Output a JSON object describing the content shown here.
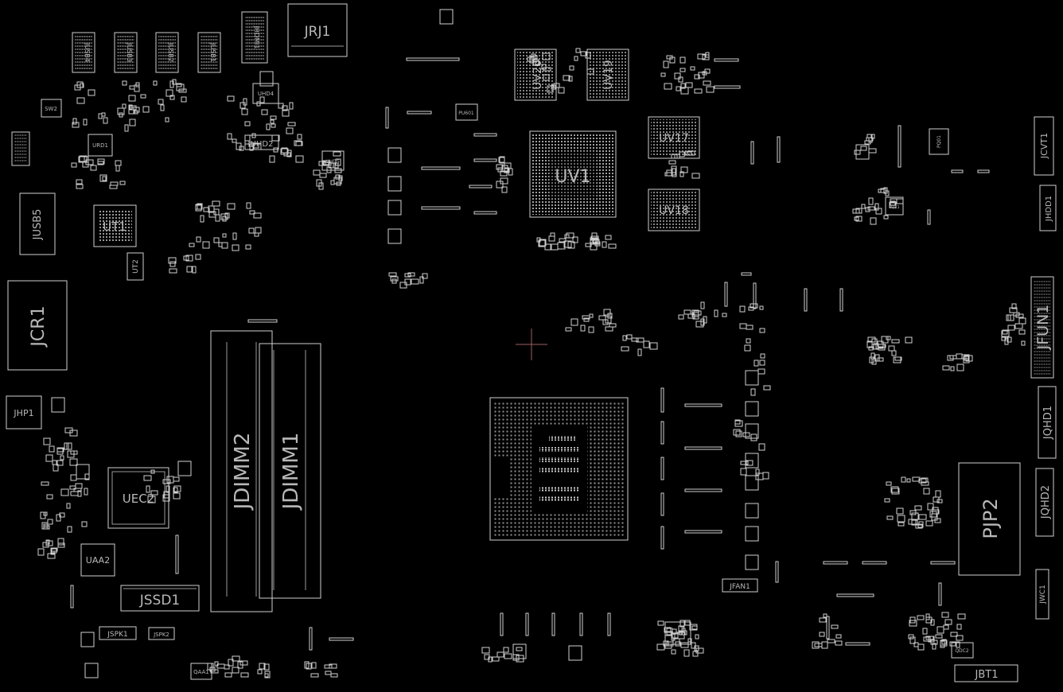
{
  "board": {
    "background": "#000000",
    "outline_color": "#cfcfcf",
    "text_color": "#b8b8b8",
    "labels": {
      "jrj1": "JRJ1",
      "jusb4": "JUSB4",
      "jusb3": "JUSB3",
      "jusb2": "JUSB2",
      "jusb1": "JUSB1",
      "jhdmi1": "JHDMI1",
      "sw2": "SW2",
      "urd1": "URD1",
      "uhd4": "UHD4",
      "uhd2": "UHD2",
      "uhd5": "UHD5",
      "jusb5": "JUSB5",
      "ut1": "UT1",
      "ut2": "UT2",
      "jcr1": "JCR1",
      "jhp1": "JHP1",
      "uec2": "UEC2",
      "uaa2": "UAA2",
      "jssd1": "JSSD1",
      "jspk1": "JSPK1",
      "jspk2": "JSPK2",
      "qaa1": "QAA1",
      "jdimm2": "JDIMM2",
      "jdimm1": "JDIMM1",
      "uv20": "UV20",
      "uv19": "UV19",
      "uv1": "UV1",
      "uv17": "UV17",
      "uv18": "UV18",
      "pu601": "PU601",
      "pq01": "PQ01",
      "pq11": "PQ11",
      "jcvt1": "JCVT1",
      "jhdd1": "JHDD1",
      "jfun1": "JFUN1",
      "jqhd1": "JQHD1",
      "pjp2": "PJP2",
      "jqhd2": "JQHD2",
      "jwc1": "JWC1",
      "jbt1": "JBT1",
      "qdc2": "QDC2",
      "jfan1": "JFAN1",
      "pu4001": "PU4001"
    }
  }
}
